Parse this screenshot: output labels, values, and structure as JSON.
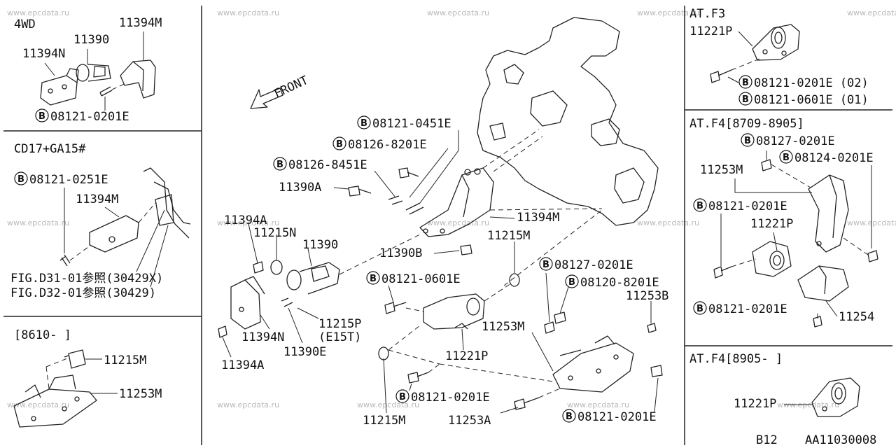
{
  "watermark": "www.epcdata.ru",
  "bolt_symbol": "B",
  "footer": {
    "page": "B12",
    "code": "AA11030008"
  },
  "panels": {
    "p4wd": {
      "title": "4WD",
      "labels": [
        "11390",
        "11394M",
        "11394N"
      ],
      "bolt": "08121-0201E"
    },
    "cd17": {
      "title": "CD17+GA15#",
      "bolt": "08121-0251E",
      "part": "11394M",
      "refs": [
        "FIG.D31-01参照(30429X)",
        "FIG.D32-01参照(30429)"
      ]
    },
    "p8610": {
      "title": "[8610-      ]",
      "labels": [
        "11215M",
        "11253M"
      ]
    },
    "atf3": {
      "title": "AT.F3",
      "part": "11221P",
      "bolts": [
        "08121-0201E (02)",
        "08121-0601E (01)"
      ]
    },
    "atf4a": {
      "title": "AT.F4[8709-8905]",
      "bolts": [
        "08127-0201E",
        "08124-0201E",
        "08121-0201E",
        "08121-0201E"
      ],
      "labels": [
        "11253M",
        "11221P",
        "11254"
      ]
    },
    "atf4b": {
      "title": "AT.F4[8905-      ]",
      "part": "11221P"
    }
  },
  "main": {
    "front": "FRONT",
    "bolts": [
      "08121-0451E",
      "08126-8201E",
      "08126-8451E",
      "08121-0601E",
      "08127-0201E",
      "08120-8201E",
      "08121-0201E",
      "08121-0201E"
    ],
    "labels": [
      "11390A",
      "11394A",
      "11215N",
      "11390",
      "11394M",
      "11390B",
      "11215M",
      "11215P",
      "(E15T)",
      "11394N",
      "11390E",
      "11394A",
      "11253B",
      "11253M",
      "11221P",
      "11215M",
      "11253A"
    ]
  }
}
